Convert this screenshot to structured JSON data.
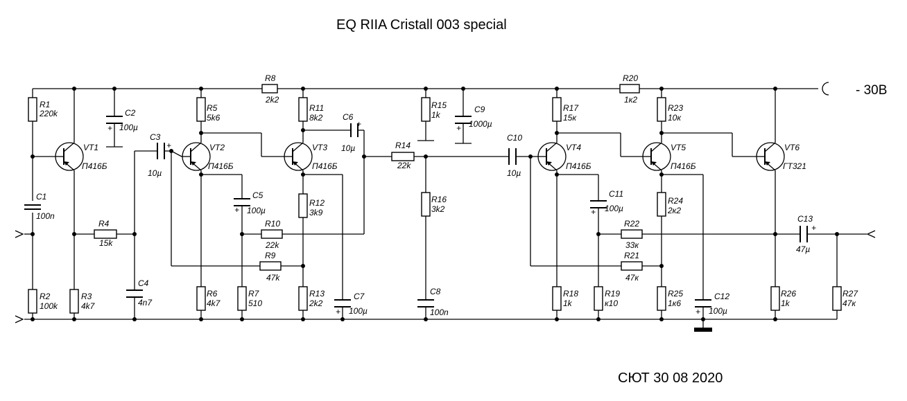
{
  "title": "EQ RIIA Cristall 003 special",
  "footer": "СЮТ 30 08 2020",
  "supply": "- 30В",
  "transistors": [
    {
      "ref": "VT1",
      "type": "П416Б"
    },
    {
      "ref": "VT2",
      "type": "П416Б"
    },
    {
      "ref": "VT3",
      "type": "П416Б"
    },
    {
      "ref": "VT4",
      "type": "П416Б"
    },
    {
      "ref": "VT5",
      "type": "П416Б"
    },
    {
      "ref": "VT6",
      "type": "ГТ321"
    }
  ],
  "resistors": [
    {
      "ref": "R1",
      "value": "220k"
    },
    {
      "ref": "R2",
      "value": "100k"
    },
    {
      "ref": "R3",
      "value": "4k7"
    },
    {
      "ref": "R4",
      "value": "15k"
    },
    {
      "ref": "R5",
      "value": "5k6"
    },
    {
      "ref": "R6",
      "value": "4k7"
    },
    {
      "ref": "R7",
      "value": "510"
    },
    {
      "ref": "R8",
      "value": "2k2"
    },
    {
      "ref": "R9",
      "value": "47k"
    },
    {
      "ref": "R10",
      "value": "22k"
    },
    {
      "ref": "R11",
      "value": "8k2"
    },
    {
      "ref": "R12",
      "value": "3k9"
    },
    {
      "ref": "R13",
      "value": "2k2"
    },
    {
      "ref": "R14",
      "value": "22k"
    },
    {
      "ref": "R15",
      "value": "1k"
    },
    {
      "ref": "R16",
      "value": "3k2"
    },
    {
      "ref": "R17",
      "value": "15к"
    },
    {
      "ref": "R18",
      "value": "1k"
    },
    {
      "ref": "R19",
      "value": "к10"
    },
    {
      "ref": "R20",
      "value": "1к2"
    },
    {
      "ref": "R21",
      "value": "47к"
    },
    {
      "ref": "R22",
      "value": "33к"
    },
    {
      "ref": "R23",
      "value": "10к"
    },
    {
      "ref": "R24",
      "value": "2к2"
    },
    {
      "ref": "R25",
      "value": "1к6"
    },
    {
      "ref": "R26",
      "value": "1k"
    },
    {
      "ref": "R27",
      "value": "47к"
    }
  ],
  "capacitors": [
    {
      "ref": "C1",
      "value": "100n"
    },
    {
      "ref": "C2",
      "value": "100µ"
    },
    {
      "ref": "C3",
      "value": "10µ"
    },
    {
      "ref": "C4",
      "value": "4n7"
    },
    {
      "ref": "C5",
      "value": "100µ"
    },
    {
      "ref": "C6",
      "value": "10µ"
    },
    {
      "ref": "C7",
      "value": "100µ"
    },
    {
      "ref": "C8",
      "value": "100n"
    },
    {
      "ref": "C9",
      "value": "1000µ"
    },
    {
      "ref": "C10",
      "value": "10µ"
    },
    {
      "ref": "C11",
      "value": "100µ"
    },
    {
      "ref": "C12",
      "value": "100µ"
    },
    {
      "ref": "C13",
      "value": "47µ"
    }
  ],
  "polarity_mark": "+"
}
